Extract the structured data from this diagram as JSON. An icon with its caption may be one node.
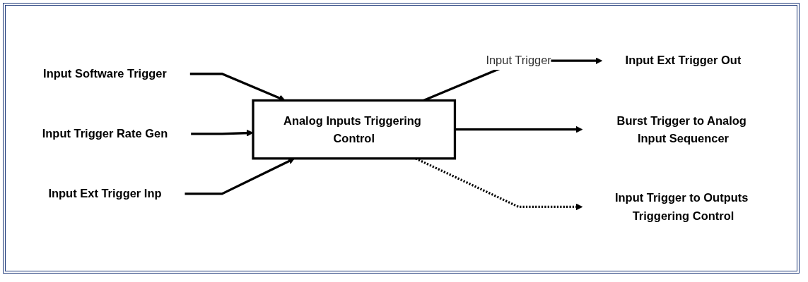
{
  "diagram": {
    "nodes": [
      {
        "text": [
          "Input Software Trigger"
        ]
      },
      {
        "text": [
          "Input Trigger Rate Gen"
        ]
      },
      {
        "text": [
          "Input Ext Trigger Inp"
        ]
      },
      {
        "text": [
          "Analog Inputs Triggering Control"
        ]
      },
      {
        "text": [
          "Input Ext Trigger Out"
        ]
      },
      {
        "text": [
          "Burst Trigger to Analog Input Sequencer"
        ]
      },
      {
        "text": [
          "Input Trigger to Outputs Triggering Control"
        ]
      }
    ],
    "edges": [
      {
        "from": 0,
        "to": 3,
        "arrow": "to"
      },
      {
        "from": 1,
        "to": 3,
        "arrow": "to"
      },
      {
        "from": 2,
        "to": 3,
        "arrow": "to"
      },
      {
        "from": 3,
        "to": 4,
        "arrow": "to",
        "label": "Input Trigger"
      },
      {
        "from": 3,
        "to": 5,
        "arrow": "to"
      },
      {
        "from": 3,
        "to": 6,
        "arrow": "to",
        "style": "dashed"
      }
    ]
  }
}
